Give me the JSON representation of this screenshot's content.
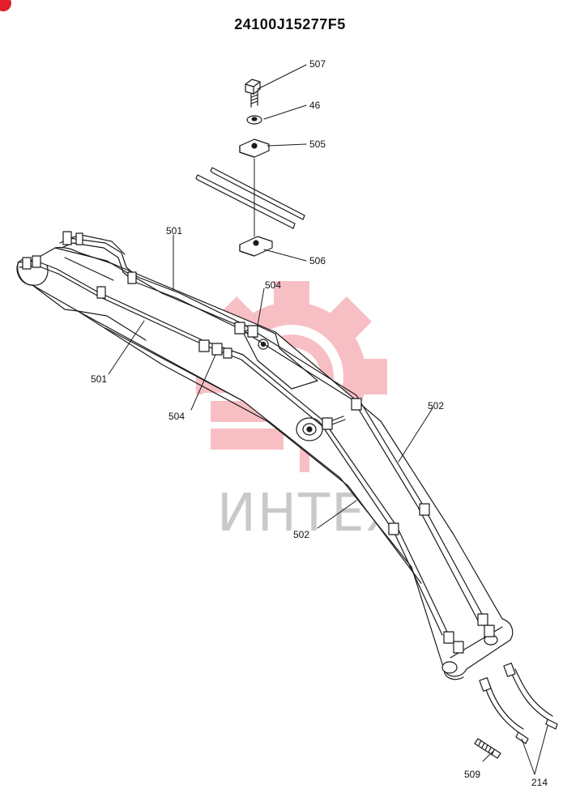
{
  "title": "24100J15277F5",
  "watermark": {
    "text": "ИНТЕХ",
    "logo_color": "#f7b9be",
    "text_color": "#c9c9c9"
  },
  "callouts": {
    "c507": "507",
    "c46": "46",
    "c505": "505",
    "c506": "506",
    "c501_upper": "501",
    "c501_lower": "501",
    "c504_upper": "504",
    "c504_lower": "504",
    "c502_right": "502",
    "c502_left": "502",
    "c509": "509",
    "c214": "214"
  },
  "colors": {
    "ink": "#1a1a1a",
    "accent": "#e0202c"
  }
}
